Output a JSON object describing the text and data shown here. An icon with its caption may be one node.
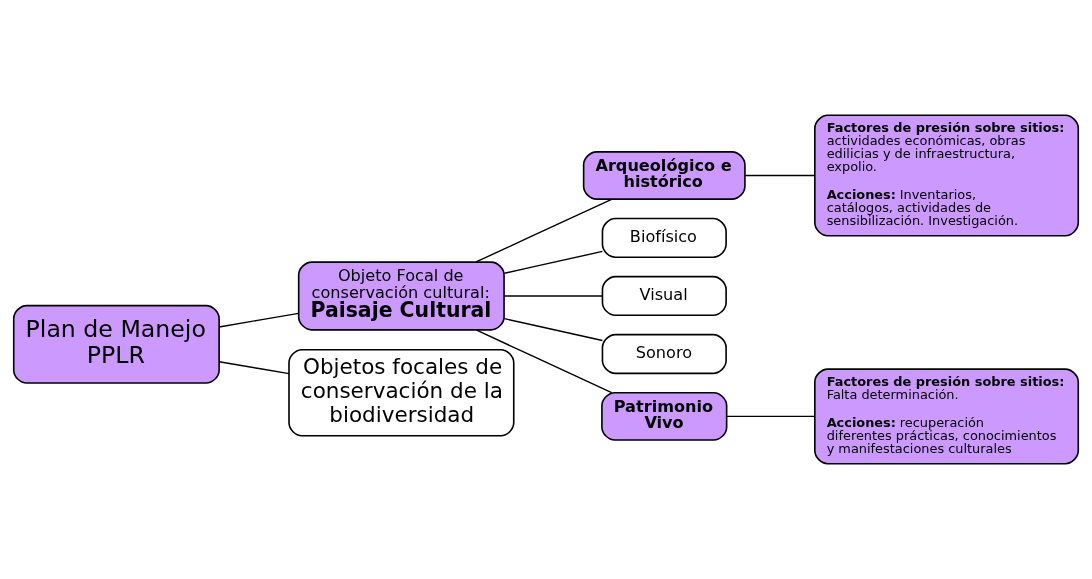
{
  "diagram": {
    "nodes": [
      {
        "text": [
          "Plan de Manejo PPLR"
        ]
      },
      {
        "text": [
          "Objeto Focal de conservación cultural:",
          "Paisaje Cultural"
        ]
      },
      {
        "text": [
          "Objetos focales de conservación de la biodiversidad"
        ]
      },
      {
        "text": [
          "Arqueológico e histórico"
        ]
      },
      {
        "text": [
          "Biofísico"
        ]
      },
      {
        "text": [
          "Visual"
        ]
      },
      {
        "text": [
          "Sonoro"
        ]
      },
      {
        "text": [
          "Patrimonio Vivo"
        ]
      },
      {
        "text": [
          "**Factores de presión sobre sitios:** actividades económicas, obras edilicias y de infraestructura, expolio.",
          "**Acciones:** Inventarios, catálogos, actividades de sensibilización. Investigación."
        ]
      },
      {
        "text": [
          "**Factores de presión sobre sitios:** Falta determinación.",
          "**Acciones:** recuperación diferentes prácticas, conocimientos y manifestaciones culturales"
        ]
      }
    ],
    "edges": [
      {
        "from": 0,
        "to": 1,
        "arrow": "none"
      },
      {
        "from": 0,
        "to": 2,
        "arrow": "none"
      },
      {
        "from": 1,
        "to": 3,
        "arrow": "none"
      },
      {
        "from": 1,
        "to": 4,
        "arrow": "none"
      },
      {
        "from": 1,
        "to": 5,
        "arrow": "none"
      },
      {
        "from": 1,
        "to": 6,
        "arrow": "none"
      },
      {
        "from": 1,
        "to": 7,
        "arrow": "none"
      },
      {
        "from": 3,
        "to": 8,
        "arrow": "none"
      },
      {
        "from": 7,
        "to": 9,
        "arrow": "none"
      }
    ]
  }
}
